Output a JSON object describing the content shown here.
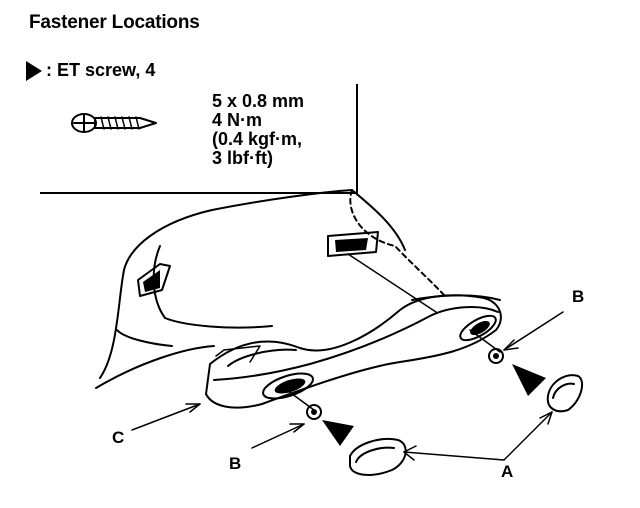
{
  "title": "Fastener Locations",
  "legend": {
    "label": ": ET screw, 4",
    "icon": "triangle-marker-icon"
  },
  "screw_spec": {
    "size": "5 x 0.8 mm",
    "torque_nm": "4 N·m",
    "torque_kgf": "(0.4 kgf·m,",
    "torque_lbf": "3 lbf·ft)"
  },
  "callouts": {
    "a": "A",
    "b_upper": "B",
    "b_lower": "B",
    "c": "C"
  }
}
